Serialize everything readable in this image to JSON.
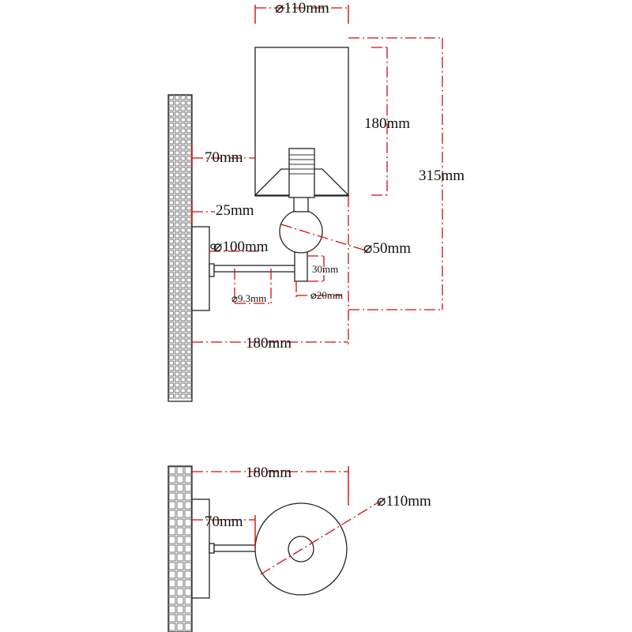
{
  "front_view": {
    "shade_diameter": "⌀110mm",
    "shade_height": "180mm",
    "total_height": "315mm",
    "shade_offset": "70mm",
    "plate_gap": "25mm",
    "plate_diameter": "⌀100mm",
    "ball_diameter": "⌀50mm",
    "stem_height": "30mm",
    "arm_diameter": "⌀9.3mm",
    "stem_diameter": "⌀20mm",
    "projection": "180mm"
  },
  "top_view": {
    "projection": "180mm",
    "shade_offset": "70mm",
    "shade_diameter": "⌀110mm"
  },
  "colors": {
    "dimension_line": "#d10f0f",
    "outline": "#222222"
  }
}
